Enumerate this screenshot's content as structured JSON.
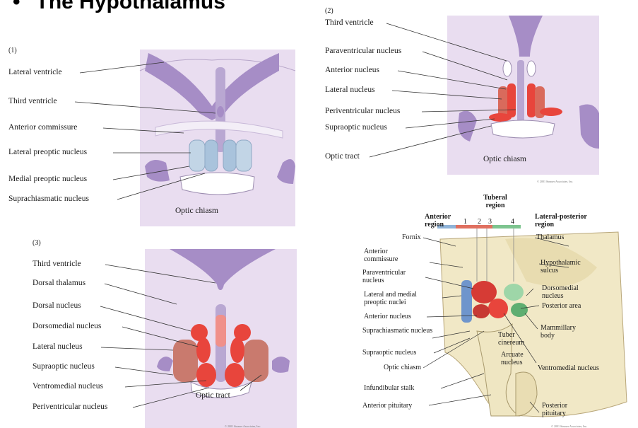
{
  "title": "The Hypothalamus",
  "bullet": "•",
  "panel1": {
    "number": "(1)",
    "labels": [
      "Lateral ventricle",
      "Third ventricle",
      "Anterior commissure",
      "Lateral preoptic nucleus",
      "Medial preoptic nucleus",
      "Suprachiasmatic nucleus"
    ],
    "bottom_label": "Optic chiasm"
  },
  "panel2": {
    "number": "(2)",
    "labels": [
      "Third ventricle",
      "Paraventricular nucleus",
      "Anterior nucleus",
      "Lateral nucleus",
      "Periventricular nucleus",
      "Supraoptic nucleus",
      "Optic tract"
    ],
    "bottom_label": "Optic chiasm"
  },
  "panel3": {
    "number": "(3)",
    "labels": [
      "Third ventricle",
      "Dorsal thalamus",
      "Dorsal nucleus",
      "Dorsomedial nucleus",
      "Lateral nucleus",
      "Supraoptic nucleus",
      "Ventromedial nucleus",
      "Periventricular nucleus"
    ],
    "bottom_label": "Optic tract"
  },
  "panel4": {
    "top_labels": {
      "tuberal": "Tuberal region",
      "anterior": "Anterior region",
      "lateral_posterior": "Lateral-posterior region"
    },
    "column_numbers": [
      "1",
      "2",
      "3",
      "4"
    ],
    "left_labels": [
      "Fornix",
      "Anterior commissure",
      "Paraventricular nucleus",
      "Lateral and medial preoptic nuclei",
      "Anterior nucleus",
      "Suprachiasmatic nucleus",
      "Supraoptic nucleus",
      "Optic chiasm",
      "Infundibular stalk",
      "Anterior pituitary"
    ],
    "right_labels": [
      "Thalamus",
      "Hypothalamic sulcus",
      "Dorsomedial nucleus",
      "Posterior area",
      "Mammillary body",
      "Ventromedial nucleus",
      "Posterior pituitary"
    ],
    "center_labels": {
      "tuber": "Tuber cinereum",
      "arcuate": "Arcuate nucleus"
    }
  },
  "credits": [
    "© 2001 Sinauer Associates, Inc.",
    "© 2001 Sinauer Associates, Inc.",
    "© 2001 Sinauer Associates, Inc."
  ],
  "colors": {
    "lavender": "#e4d8ec",
    "purple": "#a08cc0",
    "red": "#e8453c",
    "blue": "#8fb3d8",
    "green": "#7dc48f",
    "tan": "#efe6c2",
    "brick": "#c8756a"
  }
}
